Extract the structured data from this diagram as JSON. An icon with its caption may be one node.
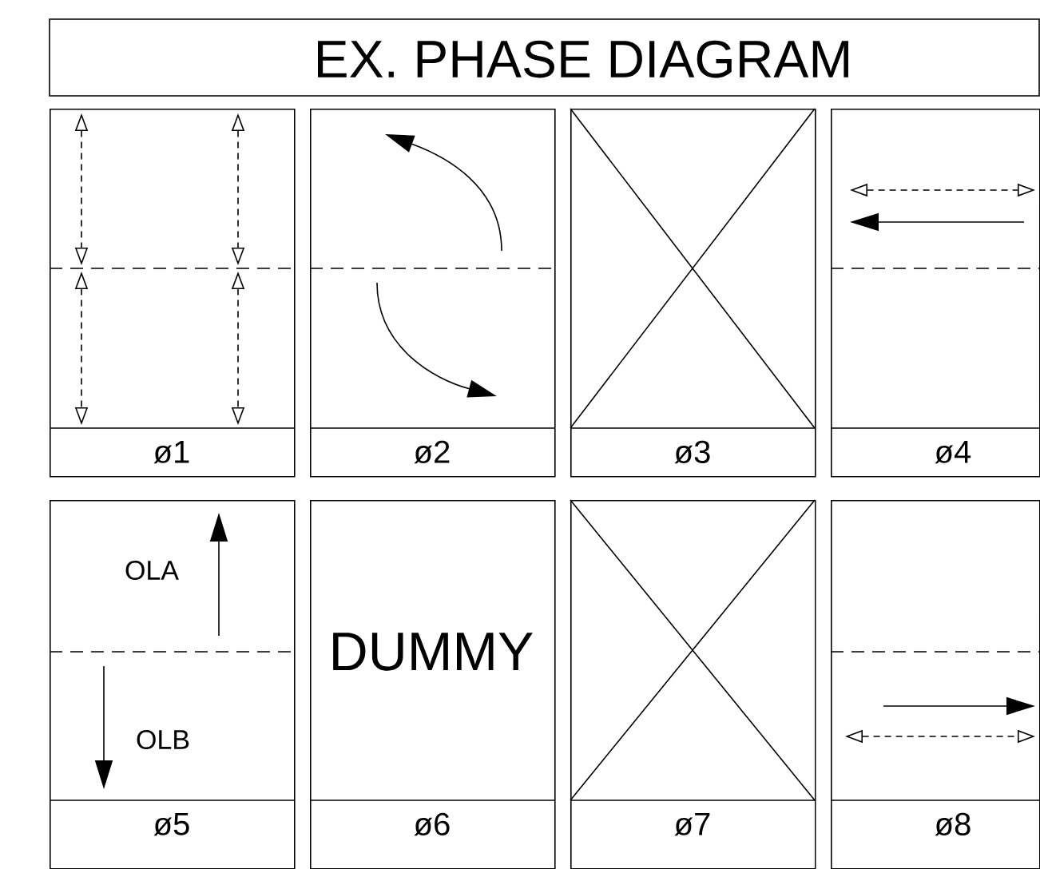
{
  "diagram": {
    "title": "EX. PHASE DIAGRAM",
    "nodes": [
      {
        "text": [
          "ø1"
        ]
      },
      {
        "text": [
          "ø2"
        ]
      },
      {
        "text": [
          "ø3"
        ]
      },
      {
        "text": [
          "ø4"
        ]
      },
      {
        "text": [
          "OLA",
          "OLB",
          "ø5"
        ]
      },
      {
        "text": [
          "DUMMY",
          "ø6"
        ]
      },
      {
        "text": [
          "ø7"
        ]
      },
      {
        "text": [
          "ø8"
        ]
      }
    ]
  }
}
